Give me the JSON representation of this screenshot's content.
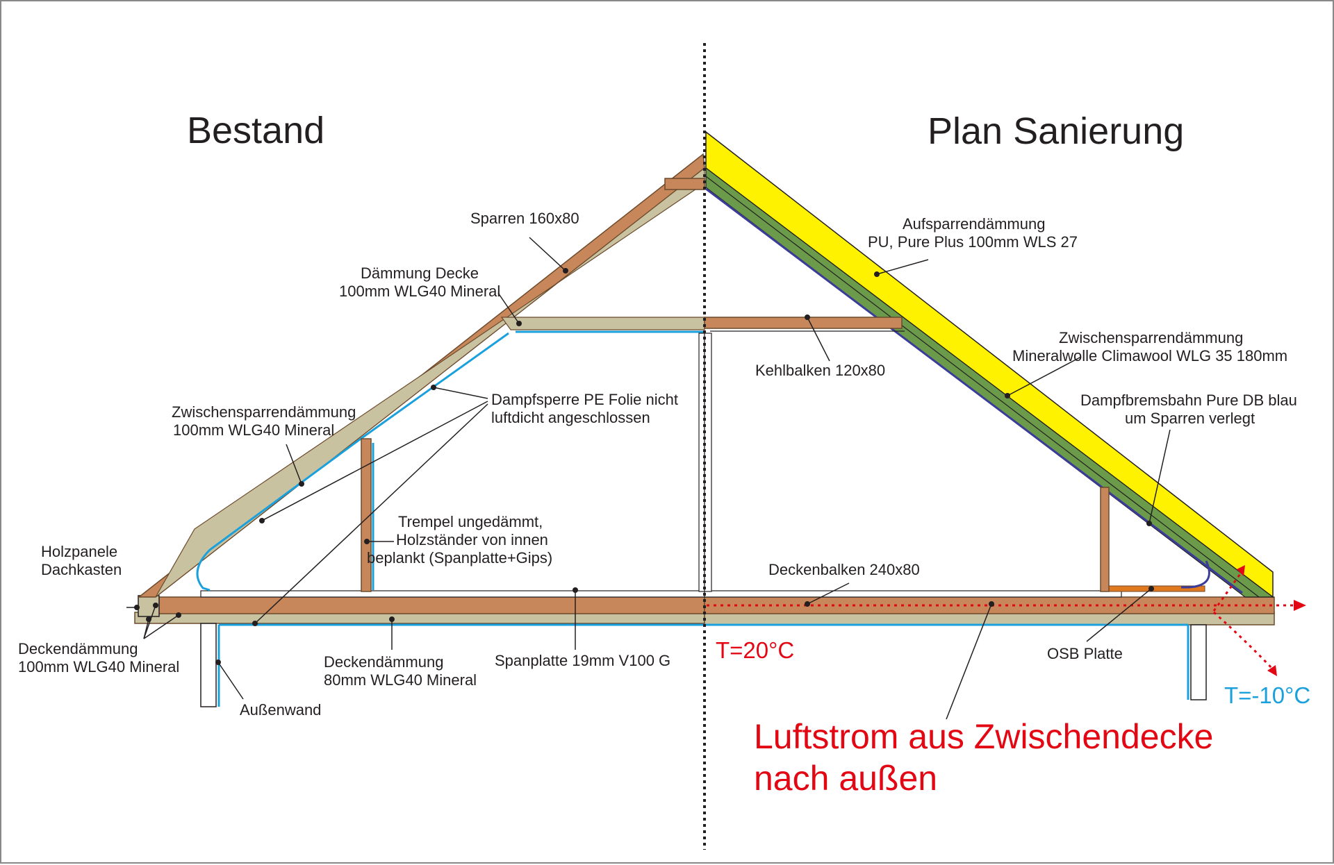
{
  "headings": {
    "left": "Bestand",
    "right": "Plan Sanierung"
  },
  "labels": {
    "sparren": "Sparren 160x80",
    "daemmung_decke_1": "Dämmung Decke",
    "daemmung_decke_2": "100mm WLG40 Mineral",
    "zsd_left_1": "Zwischensparrendämmung",
    "zsd_left_2": "100mm WLG40 Mineral",
    "dampfsperre_1": "Dampfsperre PE Folie nicht",
    "dampfsperre_2": "luftdicht angeschlossen",
    "trempel_1": "Trempel ungedämmt,",
    "trempel_2": "Holzständer von innen",
    "trempel_3": "beplankt (Spanplatte+Gips)",
    "holzpanele_1": "Holzpanele",
    "holzpanele_2": "Dachkasten",
    "deckendaemmung_100_1": "Deckendämmung",
    "deckendaemmung_100_2": "100mm WLG40 Mineral",
    "aussenwand": "Außenwand",
    "deckendaemmung_80_1": "Deckendämmung",
    "deckendaemmung_80_2": "80mm WLG40 Mineral",
    "spanplatte": "Spanplatte 19mm V100 G",
    "aufsparren_1": "Aufsparrendämmung",
    "aufsparren_2": "PU, Pure Plus 100mm WLS 27",
    "kehlbalken": "Kehlbalken 120x80",
    "zsd_right_1": "Zwischensparrendämmung",
    "zsd_right_2": "Mineralwolle Climawool WLG 35 180mm",
    "dampfbremse_1": "Dampfbremsbahn Pure DB blau",
    "dampfbremse_2": "um Sparren verlegt",
    "deckenbalken": "Deckenbalken 240x80",
    "osb": "OSB Platte"
  },
  "temperatures": {
    "inside": "T=20°C",
    "outside": "T=-10°C"
  },
  "airflow_note": {
    "line1": "Luftstrom aus Zwischendecke",
    "line2": "nach außen"
  },
  "colors": {
    "timber": "#c8875a",
    "timber_edge": "#6b4a2c",
    "mineral_wool": "#c9c2a0",
    "pu_insulation": "#fff200",
    "climawool": "#6a9a4a",
    "vapour_membrane": "#1aa0dc",
    "airflow": "#e30613",
    "cold": "#1aa0dc"
  }
}
